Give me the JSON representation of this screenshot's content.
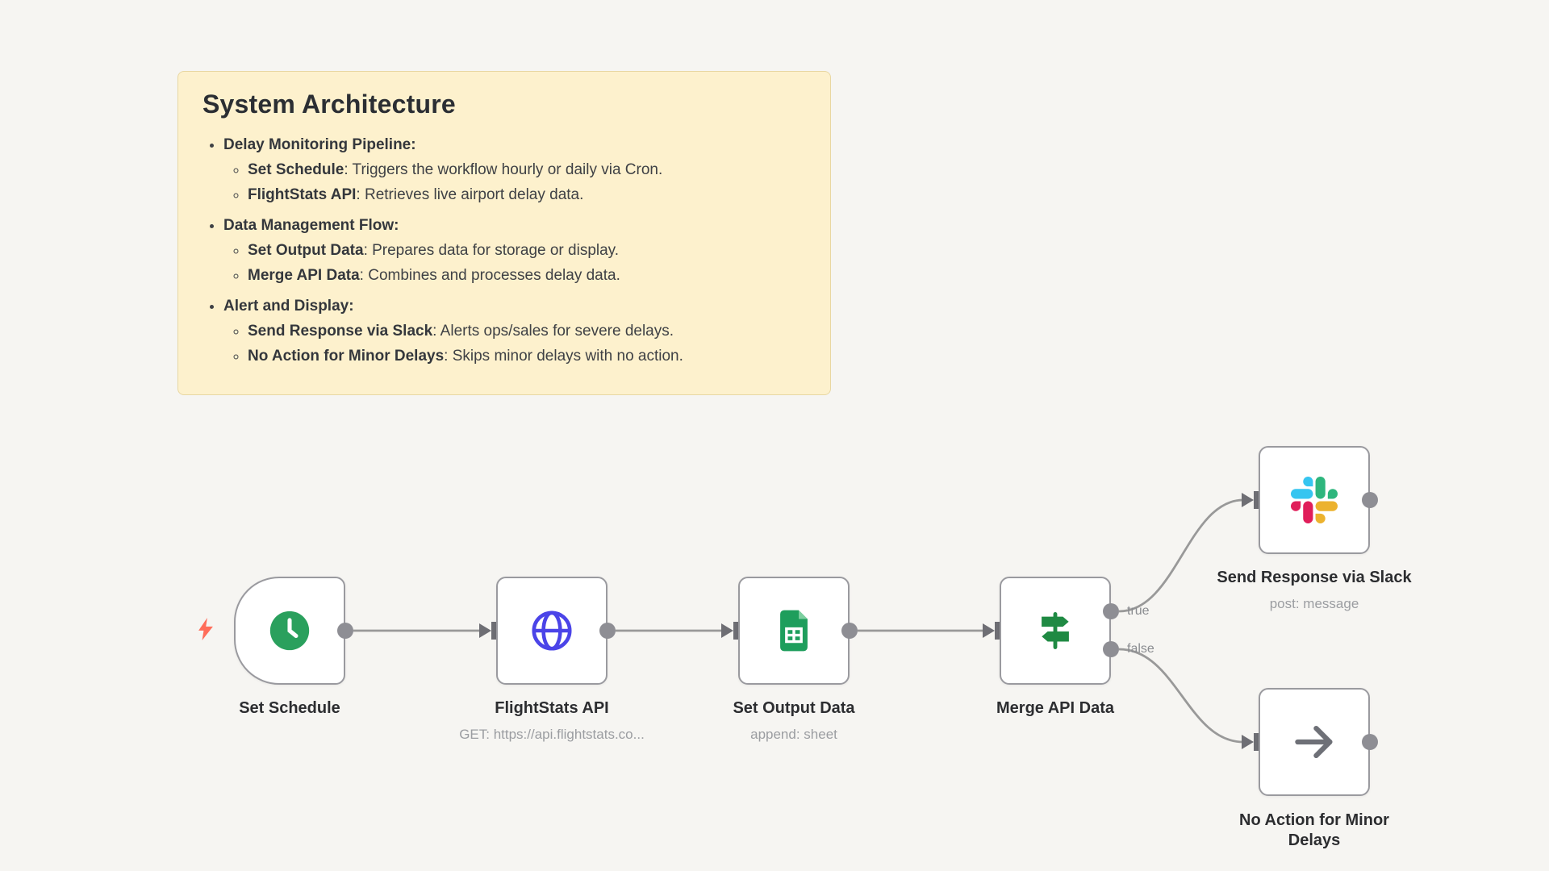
{
  "canvas": {
    "background": "#f6f5f2"
  },
  "sticky_note": {
    "title": "System Architecture",
    "sections": [
      {
        "heading": "Delay Monitoring Pipeline:",
        "items": [
          {
            "term": "Set Schedule",
            "desc": ": Triggers the workflow hourly or daily via Cron."
          },
          {
            "term": "FlightStats API",
            "desc": ": Retrieves live airport delay data."
          }
        ]
      },
      {
        "heading": "Data Management Flow:",
        "items": [
          {
            "term": "Set Output Data",
            "desc": ": Prepares data for storage or display."
          },
          {
            "term": "Merge API Data",
            "desc": ": Combines and processes delay data."
          }
        ]
      },
      {
        "heading": "Alert and Display:",
        "items": [
          {
            "term": "Send Response via Slack",
            "desc": ": Alerts ops/sales for severe delays."
          },
          {
            "term": "No Action for Minor Delays",
            "desc": ": Skips minor delays with no action."
          }
        ]
      }
    ]
  },
  "workflow": {
    "nodes": [
      {
        "label": "Set Schedule",
        "subtitle": "",
        "icon": "clock-icon",
        "type": "trigger"
      },
      {
        "label": "FlightStats API",
        "subtitle": "GET: https://api.flightstats.co...",
        "icon": "globe-icon"
      },
      {
        "label": "Set Output Data",
        "subtitle": "append: sheet",
        "icon": "sheet-icon"
      },
      {
        "label": "Merge API Data",
        "subtitle": "",
        "icon": "signpost-icon",
        "output_labels": [
          "true",
          "false"
        ]
      },
      {
        "label": "Send Response via Slack",
        "subtitle": "post: message",
        "icon": "slack-icon"
      },
      {
        "label": "No Action for Minor Delays",
        "subtitle": "",
        "icon": "arrow-right-icon"
      }
    ],
    "connections": [
      {
        "from": "Set Schedule",
        "to": "FlightStats API"
      },
      {
        "from": "FlightStats API",
        "to": "Set Output Data"
      },
      {
        "from": "Set Output Data",
        "to": "Merge API Data"
      },
      {
        "from": "Merge API Data",
        "to": "Send Response via Slack",
        "branch": "true"
      },
      {
        "from": "Merge API Data",
        "to": "No Action for Minor Delays",
        "branch": "false"
      }
    ],
    "colors": {
      "node_border": "#9a9a9f",
      "edge": "#999999",
      "schedule_green": "#2aa05d",
      "http_indigo": "#4b44e8",
      "sheets_green": "#1e9e5c",
      "switch_green": "#1f8a43",
      "arrow_gray": "#6e7077",
      "bolt_coral": "#ff6d5a",
      "slack_blue": "#36C5F0",
      "slack_green": "#2EB67D",
      "slack_red": "#E01E5A",
      "slack_yellow": "#ECB22E",
      "sticky_fill": "#fdf1cd"
    }
  }
}
